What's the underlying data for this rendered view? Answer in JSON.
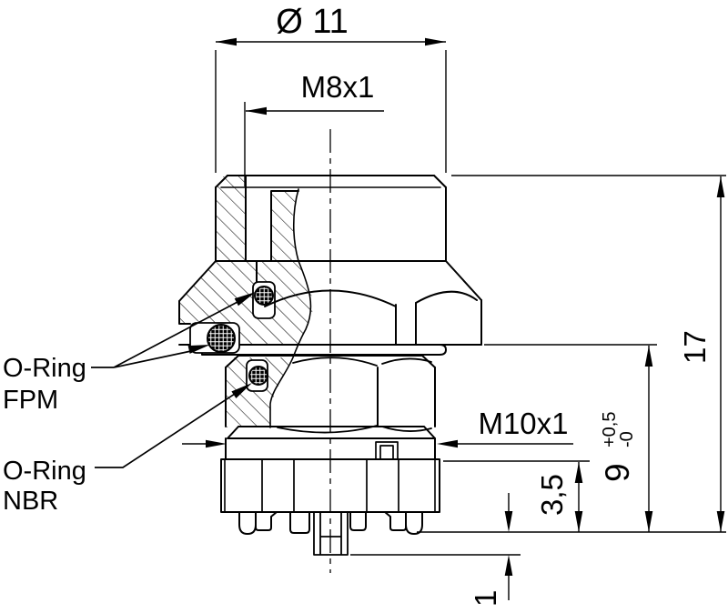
{
  "drawing": {
    "dims": {
      "diameter_top": "Ø 11",
      "thread_top": "M8x1",
      "thread_bottom": "M10x1",
      "total_height": "17",
      "mid_height": "9",
      "mid_tol_plus": "+0,5",
      "mid_tol_minus": "-0",
      "flange_height": "3,5",
      "pin_offset": "1"
    },
    "labels": {
      "fpm_name": "O-Ring",
      "fpm_material": "FPM",
      "nbr_name": "O-Ring",
      "nbr_material": "NBR"
    },
    "colors": {
      "line": "#000000",
      "background": "#ffffff"
    }
  }
}
